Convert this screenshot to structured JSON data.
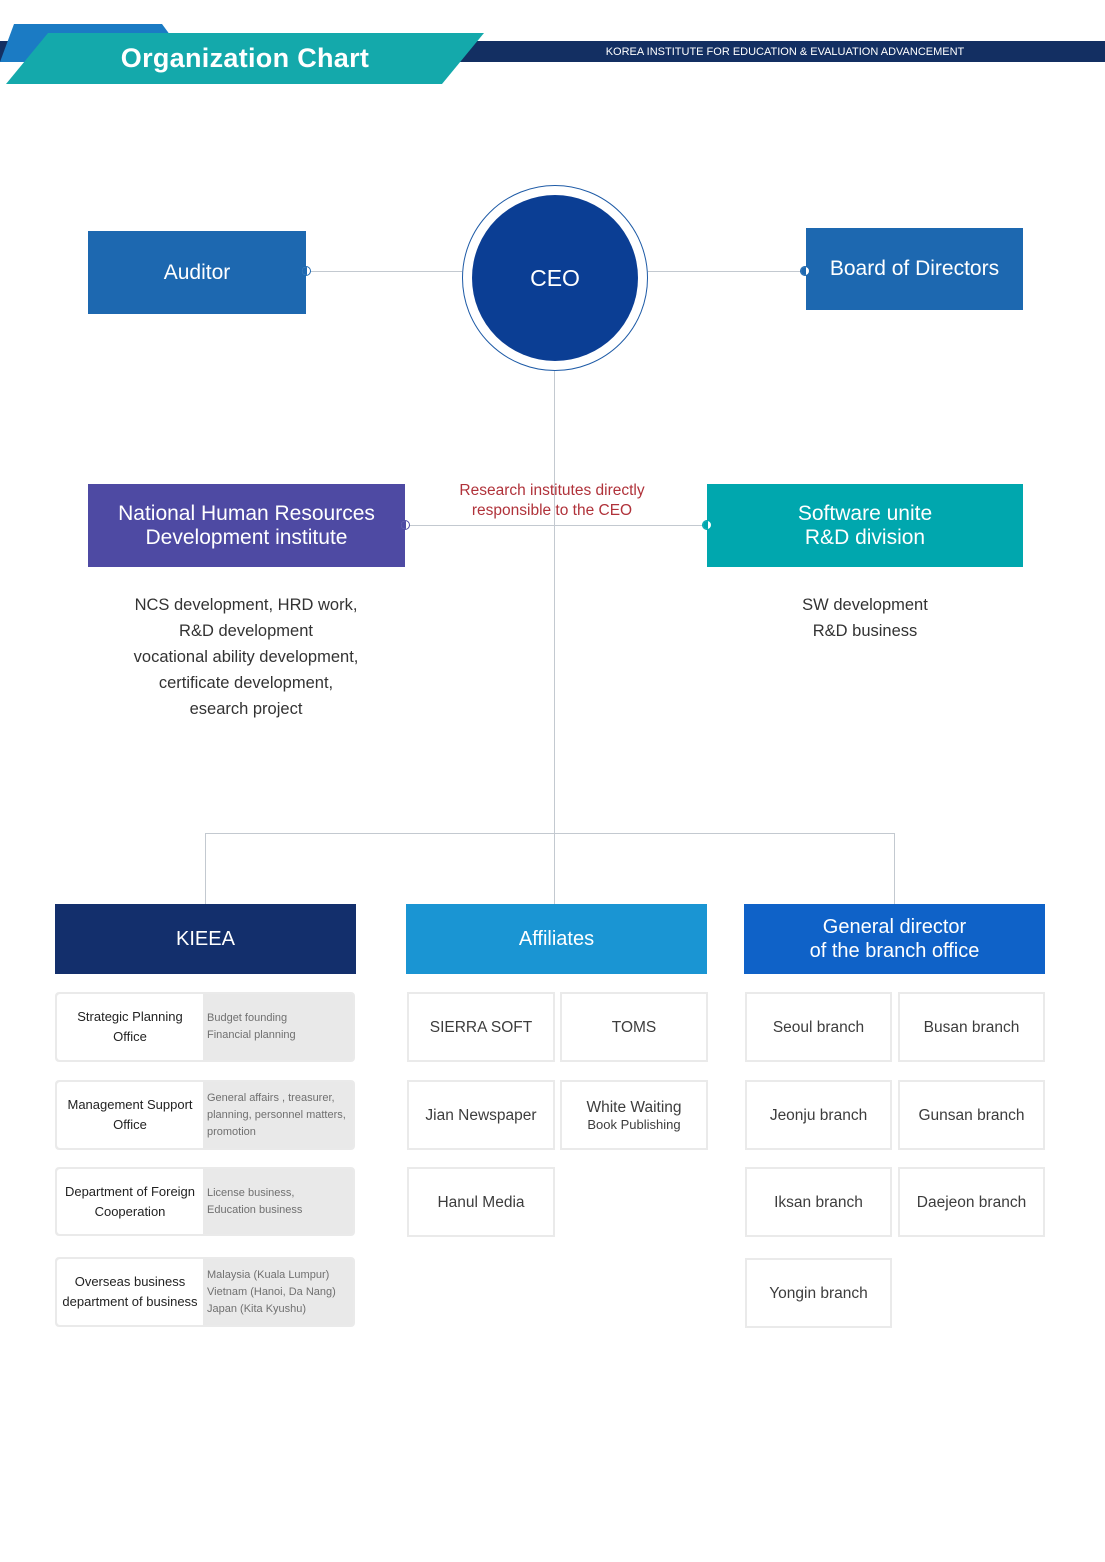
{
  "header": {
    "title": "Organization Chart",
    "organization": "KOREA INSTITUTE FOR EDUCATION & EVALUATION ADVANCEMENT",
    "colors": {
      "navy": "#132f62",
      "teal": "#14a9ab",
      "blue": "#1b7bc4"
    }
  },
  "top": {
    "auditor": "Auditor",
    "ceo": "CEO",
    "board": "Board of  Directors"
  },
  "direct": {
    "annotation_line1": "Research institutes directly",
    "annotation_line2": "responsible  to the CEO",
    "nhrdi": {
      "line1": "National Human Resources",
      "line2": "Development institute",
      "desc": [
        "NCS development, HRD work,",
        "R&D development",
        "vocational ability development,",
        "certificate development,",
        "esearch project"
      ]
    },
    "sw": {
      "line1": "Software unite",
      "line2": "R&D division",
      "desc": [
        "SW development",
        "R&D business"
      ]
    }
  },
  "kieea": {
    "title": "KIEEA",
    "units": [
      {
        "name": "Strategic Planning Office",
        "desc": "Budget founding\nFinancial planning"
      },
      {
        "name": "Management Support Office",
        "desc": "General affairs , treasurer,\nplanning, personnel matters,\npromotion"
      },
      {
        "name": "Department of Foreign Cooperation",
        "desc": "License business,\nEducation business"
      },
      {
        "name": "Overseas business department of business",
        "desc": "Malaysia (Kuala Lumpur)\nVietnam (Hanoi, Da Nang)\nJapan (Kita Kyushu)"
      }
    ]
  },
  "affiliates": {
    "title": "Affiliates",
    "items": [
      "SIERRA SOFT",
      "TOMS",
      "Jian Newspaper",
      "White Waiting",
      "Book Publishing",
      "Hanul Media"
    ]
  },
  "branches": {
    "title_line1": "General director",
    "title_line2": "of the branch office",
    "items": [
      "Seoul branch",
      "Busan branch",
      "Jeonju branch",
      "Gunsan branch",
      "Iksan branch",
      "Daejeon branch",
      "Yongin branch"
    ]
  }
}
